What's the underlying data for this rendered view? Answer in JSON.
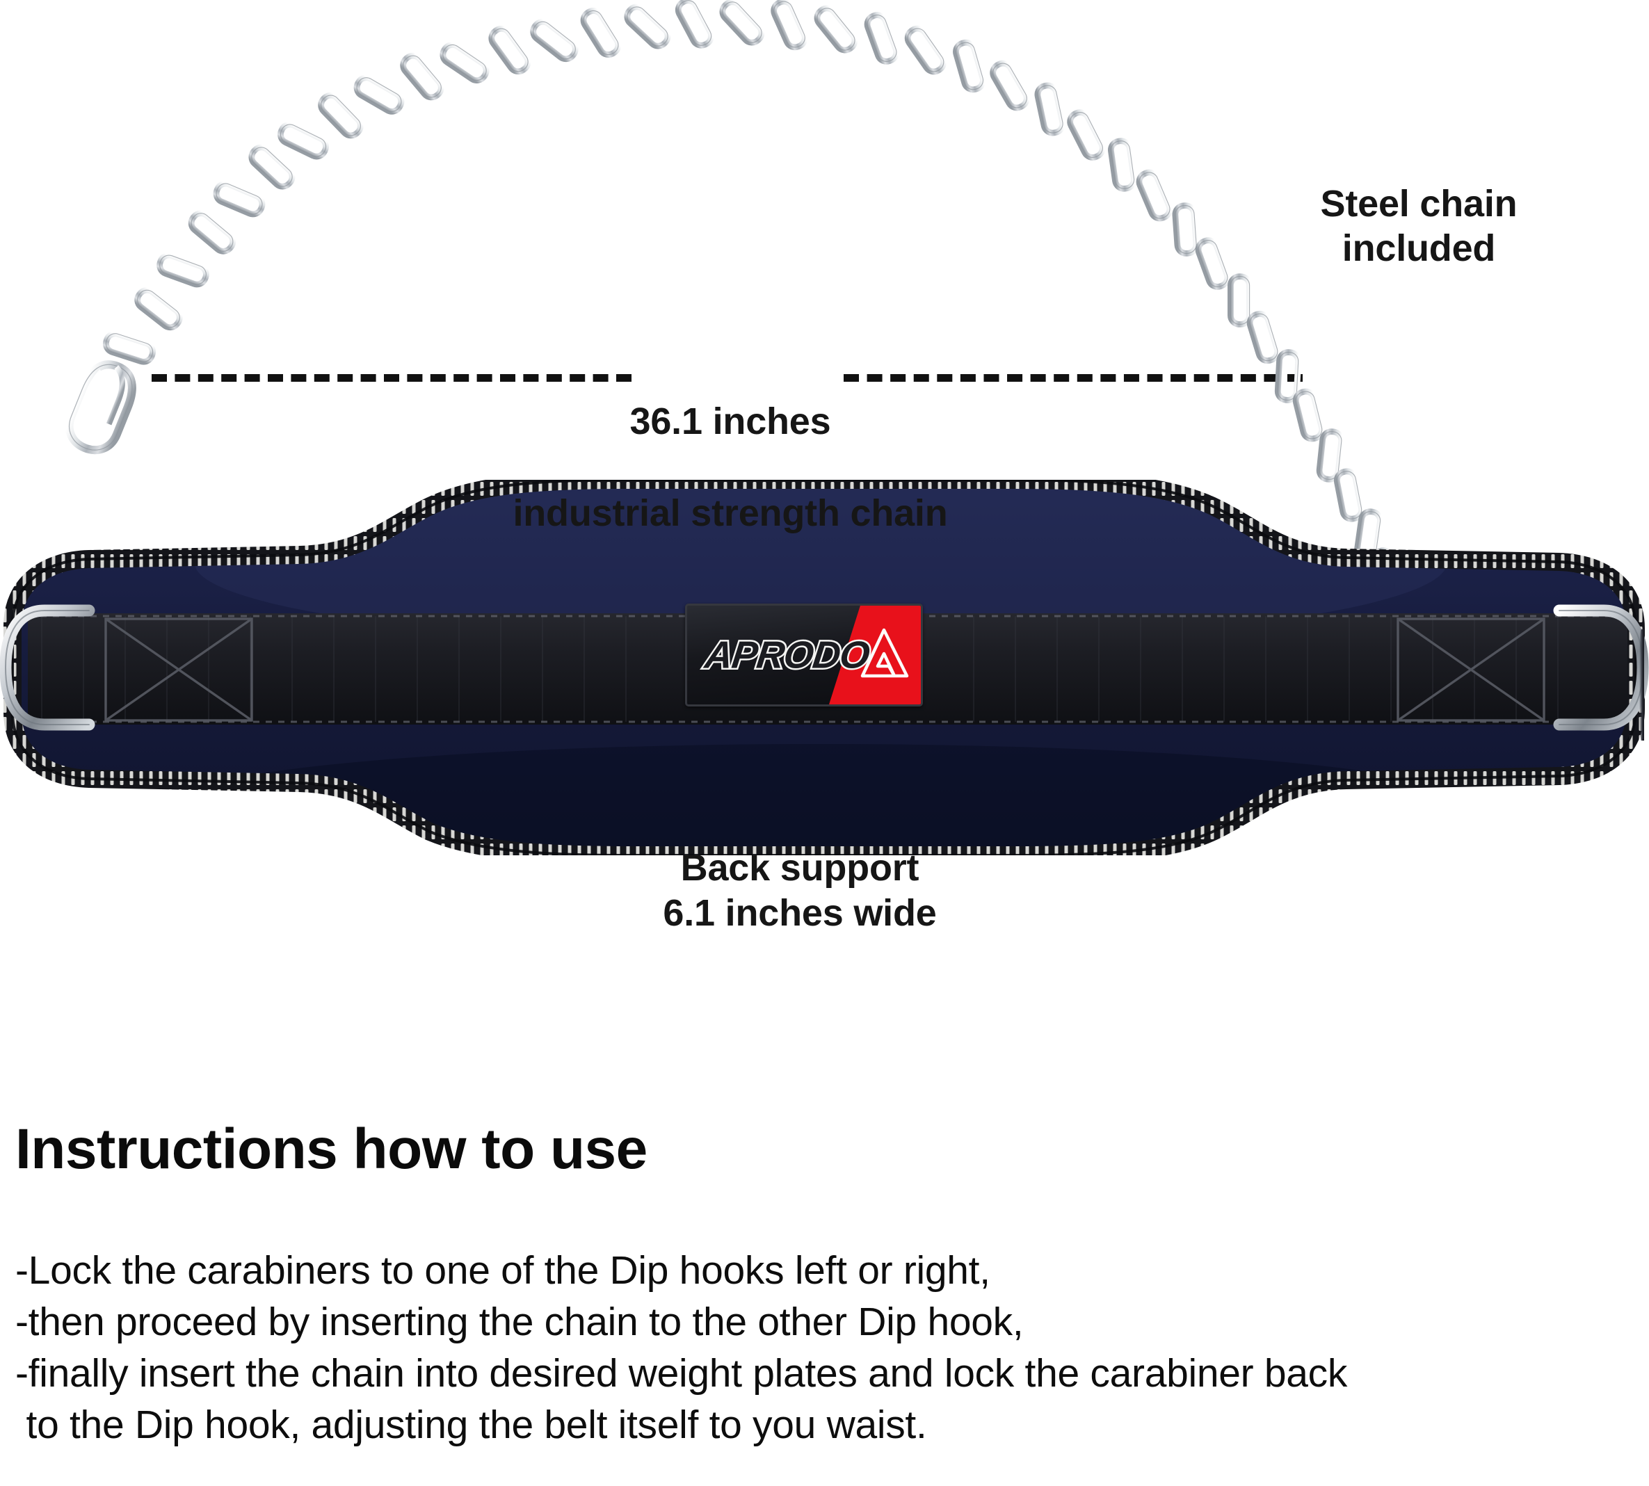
{
  "product": {
    "brand": "APRODO",
    "item": "Dip Belt with Steel Chain"
  },
  "callouts": {
    "steel_chain": "Steel chain\nincluded",
    "chain_dimension_value": "36.1 inches",
    "chain_dimension_sub": "industrial strength chain",
    "back_support": "Back support\n6.1 inches wide"
  },
  "logo": {
    "wordmark": "APRODO",
    "mark_icon": "aprodo-triangle-mark",
    "patch_bg": "#14161c",
    "accent_red": "#e8111b",
    "wordmark_color": "#f6f6f4"
  },
  "instructions": {
    "heading": "Instructions how to use",
    "steps": [
      "-Lock the carabiners to one of the Dip hooks left or right,",
      "-then proceed by inserting the chain to the other Dip hook,",
      "-finally insert the chain into desired weight plates and lock the carabiner back",
      " to the Dip hook, adjusting the belt itself to you waist."
    ]
  },
  "colors": {
    "background": "#ffffff",
    "belt_body_navy": "#161c40",
    "belt_binding_black": "#15161b",
    "belt_binding_stitch": "#e9e9e7",
    "webbing_black": "#1f2026",
    "hardware_steel": "#c9cdd2",
    "text": "#111111"
  }
}
